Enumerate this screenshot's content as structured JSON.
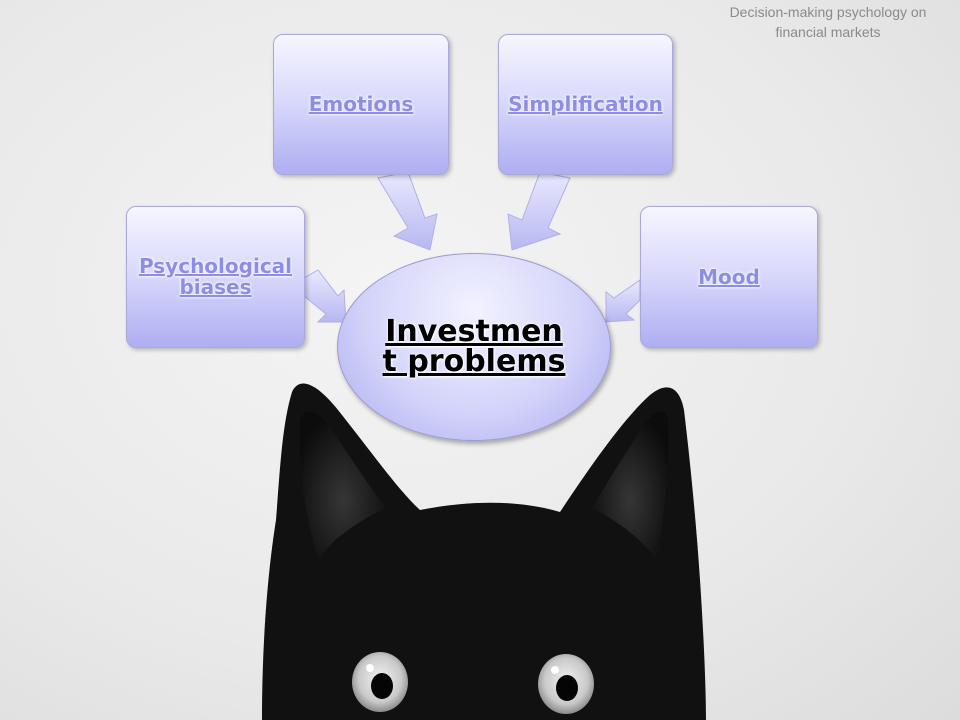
{
  "header": {
    "subtitle": "Decision-making psychology on financial markets"
  },
  "diagram": {
    "center": {
      "label": "Investment problems"
    },
    "nodes": [
      {
        "id": "psychological",
        "label": "Psychological biases"
      },
      {
        "id": "emotions",
        "label": "Emotions"
      },
      {
        "id": "simplification",
        "label": "Simplification"
      },
      {
        "id": "mood",
        "label": "Mood"
      }
    ]
  },
  "image": {
    "subject": "black-cat-icon"
  }
}
